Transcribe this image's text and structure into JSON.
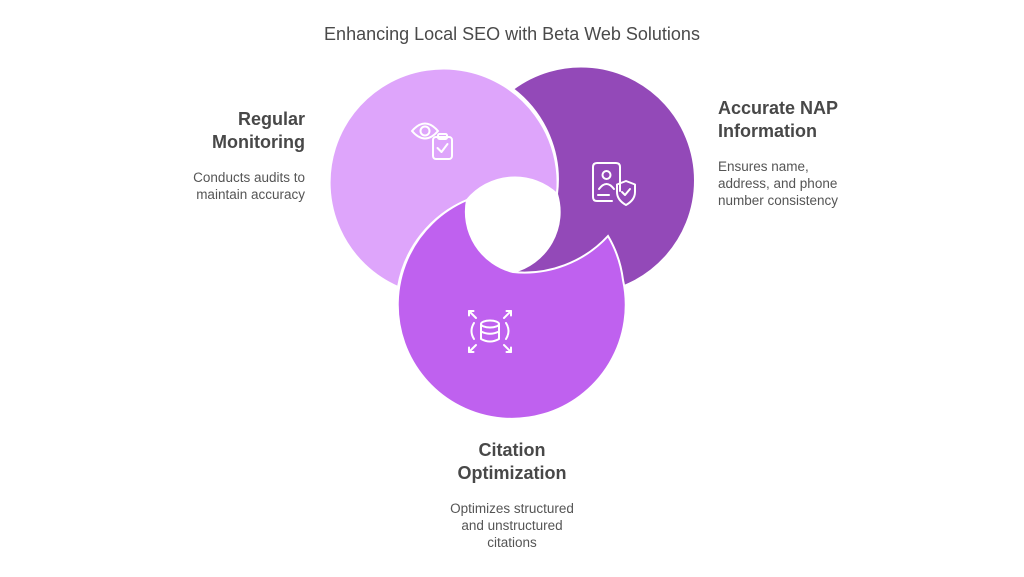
{
  "title": "Enhancing Local SEO with Beta Web Solutions",
  "colors": {
    "regular_monitoring": "#dea5fb",
    "accurate_nap": "#9349b8",
    "citation_optimization": "#bf61ef",
    "icon_stroke": "#ffffff"
  },
  "sections": {
    "regular_monitoring": {
      "title_line1": "Regular",
      "title_line2": "Monitoring",
      "desc_line1": "Conducts audits to",
      "desc_line2": "maintain accuracy",
      "icon": "eye-clipboard-icon"
    },
    "accurate_nap": {
      "title_line1": "Accurate NAP",
      "title_line2": "Information",
      "desc_line1": "Ensures name,",
      "desc_line2": "address, and phone",
      "desc_line3": "number consistency",
      "icon": "id-card-shield-icon"
    },
    "citation_optimization": {
      "title_line1": "Citation",
      "title_line2": "Optimization",
      "desc_line1": "Optimizes structured",
      "desc_line2": "and unstructured",
      "desc_line3": "citations",
      "icon": "database-expand-icon"
    }
  }
}
